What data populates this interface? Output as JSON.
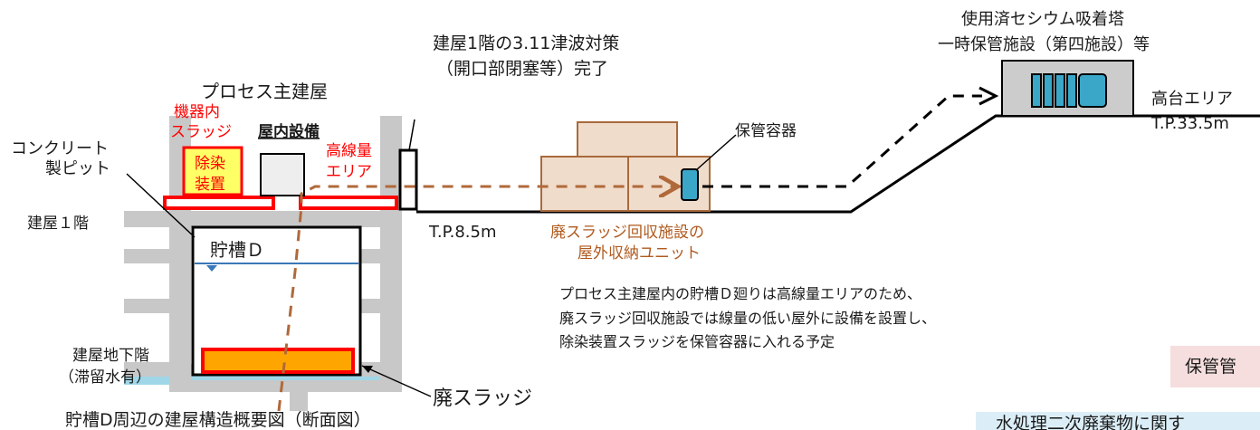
{
  "labels": {
    "process_building": "プロセス主建屋",
    "sludge_in_equipment_line1": "機器内",
    "sludge_in_equipment_line2": "スラッジ",
    "indoor_equipment": "屋内設備",
    "concrete_pit_line1": "コンクリート",
    "concrete_pit_line2": "製ピット",
    "decon_device_line1": "除染",
    "decon_device_line2": "装置",
    "high_dose_area_line1": "高線量",
    "high_dose_area_line2": "エリア",
    "building_1f": "建屋１階",
    "tank_d": "貯槽Ｄ",
    "basement_line1": "建屋地下階",
    "basement_line2": "（滞留水有）",
    "waste_sludge": "廃スラッジ",
    "figure_caption": "貯槽D周辺の建屋構造概要図（断面図）",
    "tsunami_line1": "建屋1階の3.11津波対策",
    "tsunami_line2": "（開口部閉塞等）完了",
    "tp_low": "T.P.8.5m",
    "storage_container": "保管容器",
    "recovery_unit_line1": "廃スラッジ回収施設の",
    "recovery_unit_line2": "屋外収納ユニット",
    "cesium_line1": "使用済セシウム吸着塔",
    "cesium_line2": "一時保管施設（第四施設）等",
    "highland_line1": "高台エリア",
    "highland_line2": "T.P.33.5m",
    "note_line1": "プロセス主建屋内の貯槽Ｄ廻りは高線量エリアのため、",
    "note_line2": "廃スラッジ回収施設では線量の低い屋外に設備を設置し、",
    "note_line3": "除染装置スラッジを保管容器に入れる予定",
    "storage_box_text": "保管管",
    "secondary_box_text": "水処理二次廃棄物に関す"
  },
  "colors": {
    "structure_gray": "#c8c8c8",
    "red": "#ff0000",
    "yellow": "#ffff66",
    "sludge_orange": "#ffa500",
    "brown_unit": "#f0dccb",
    "brown_outline": "#a86a3c",
    "dashed_brown": "#b0693a",
    "teal": "#3aa6c8",
    "water_blue": "#9fd7e8",
    "pink_box": "#f6dede",
    "light_blue_box": "#dbeef7"
  }
}
